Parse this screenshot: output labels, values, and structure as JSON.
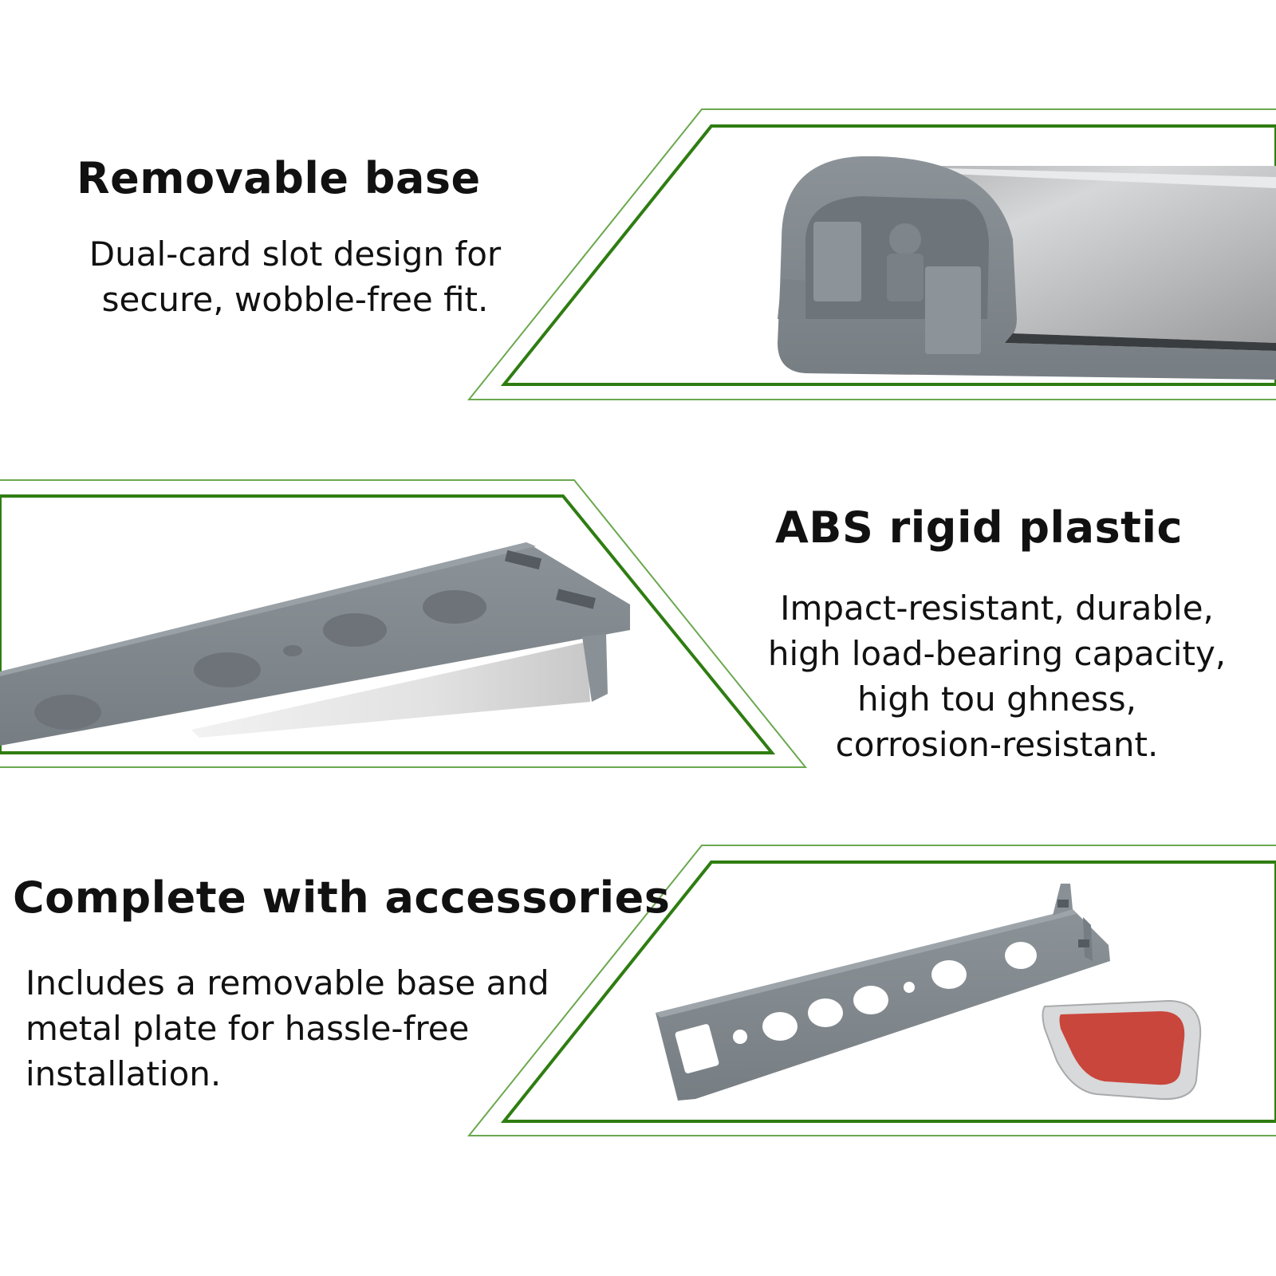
{
  "theme": {
    "accent_green": "#2f7d12",
    "frame_line_green": "#6aa84f",
    "plastic_gray": "#848b91",
    "steel": "#c4c6c8",
    "adhesive_red": "#c9463c"
  },
  "sections": [
    {
      "heading": "Removable base",
      "lines": [
        "Dual-card slot design for",
        "secure, wobble-free fit."
      ],
      "image": "magnet-end-cap-closeup"
    },
    {
      "heading": "ABS rigid plastic",
      "lines": [
        "Impact-resistant, durable,",
        "high load-bearing capacity,",
        "high tou ghness,",
        "corrosion-resistant."
      ],
      "image": "abs-base-closeup"
    },
    {
      "heading": "Complete with accessories",
      "lines": [
        "Includes a removable base and",
        "metal plate for hassle-free",
        "installation."
      ],
      "image": "base-and-metal-plate"
    }
  ]
}
